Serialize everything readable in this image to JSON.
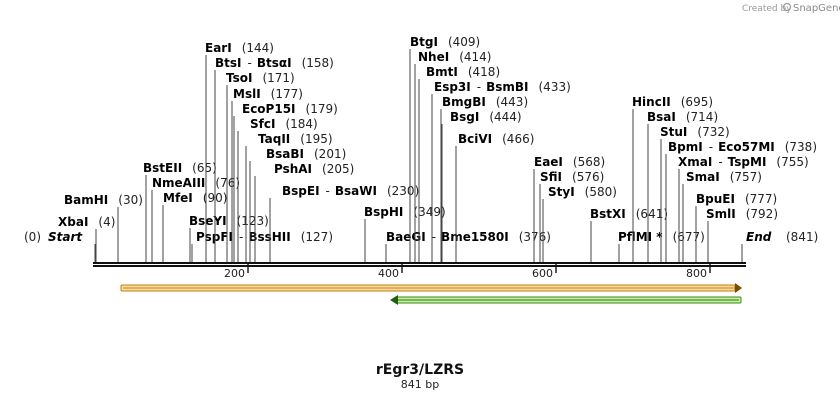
{
  "credit": {
    "prefix": "Created by",
    "brand": "SnapGene"
  },
  "sequence": {
    "name": "rEgr3/LZRS",
    "length_label": "841 bp"
  },
  "start_label": {
    "pos": "(0)",
    "name": "Start"
  },
  "end_label": {
    "name": "End",
    "pos": "(841)"
  },
  "axis_ticks": [
    "200",
    "400",
    "600",
    "800"
  ],
  "sites": [
    {
      "name": "XbaI",
      "pos": "(4)"
    },
    {
      "name": "BamHI",
      "pos": "(30)"
    },
    {
      "name": "BstEII",
      "pos": "(65)"
    },
    {
      "name": "NmeAIII",
      "pos": "(76)"
    },
    {
      "name": "MfeI",
      "pos": "(90)"
    },
    {
      "name": "BseYI",
      "pos": "(123)"
    },
    {
      "name": "PspFI",
      "pos": "(127)",
      "name2": "BssHII"
    },
    {
      "name": "EarI",
      "pos": "(144)"
    },
    {
      "name": "BtsI",
      "pos": "(158)",
      "name2": "BtsαI"
    },
    {
      "name": "TsoI",
      "pos": "(171)"
    },
    {
      "name": "MslI",
      "pos": "(177)"
    },
    {
      "name": "EcoP15I",
      "pos": "(179)"
    },
    {
      "name": "SfcI",
      "pos": "(184)"
    },
    {
      "name": "TaqII",
      "pos": "(195)"
    },
    {
      "name": "BsaBI",
      "pos": "(201)"
    },
    {
      "name": "PshAI",
      "pos": "(205)"
    },
    {
      "name": "BspEI",
      "pos": "(230)",
      "name2": "BsaWI"
    },
    {
      "name": "BspHI",
      "pos": "(349)"
    },
    {
      "name": "BaeGI",
      "pos": "(376)",
      "name2": "Bme1580I"
    },
    {
      "name": "BtgI",
      "pos": "(409)"
    },
    {
      "name": "NheI",
      "pos": "(414)"
    },
    {
      "name": "BmtI",
      "pos": "(418)"
    },
    {
      "name": "Esp3I",
      "pos": "(433)",
      "name2": "BsmBI"
    },
    {
      "name": "BmgBI",
      "pos": "(443)"
    },
    {
      "name": "BsgI",
      "pos": "(444)"
    },
    {
      "name": "BciVI",
      "pos": "(466)"
    },
    {
      "name": "EaeI",
      "pos": "(568)"
    },
    {
      "name": "SfiI",
      "pos": "(576)"
    },
    {
      "name": "StyI",
      "pos": "(580)"
    },
    {
      "name": "BstXI",
      "pos": "(641)"
    },
    {
      "name": "PflMI *",
      "pos": "(677)"
    },
    {
      "name": "HincII",
      "pos": "(695)"
    },
    {
      "name": "BsaI",
      "pos": "(714)"
    },
    {
      "name": "StuI",
      "pos": "(732)"
    },
    {
      "name": "BpmI",
      "pos": "(738)",
      "name2": "Eco57MI"
    },
    {
      "name": "XmaI",
      "pos": "(755)",
      "name2": "TspMI"
    },
    {
      "name": "SmaI",
      "pos": "(757)"
    },
    {
      "name": "BpuEI",
      "pos": "(777)"
    },
    {
      "name": "SmlI",
      "pos": "(792)"
    }
  ],
  "features": [
    {
      "direction": "forward",
      "fill": "#f6d9a6",
      "stroke": "#b8860b",
      "accent": "#e07b00"
    },
    {
      "direction": "reverse",
      "fill": "#c8f0a0",
      "stroke": "#3a8a1a",
      "accent": "#2a7a10"
    }
  ]
}
